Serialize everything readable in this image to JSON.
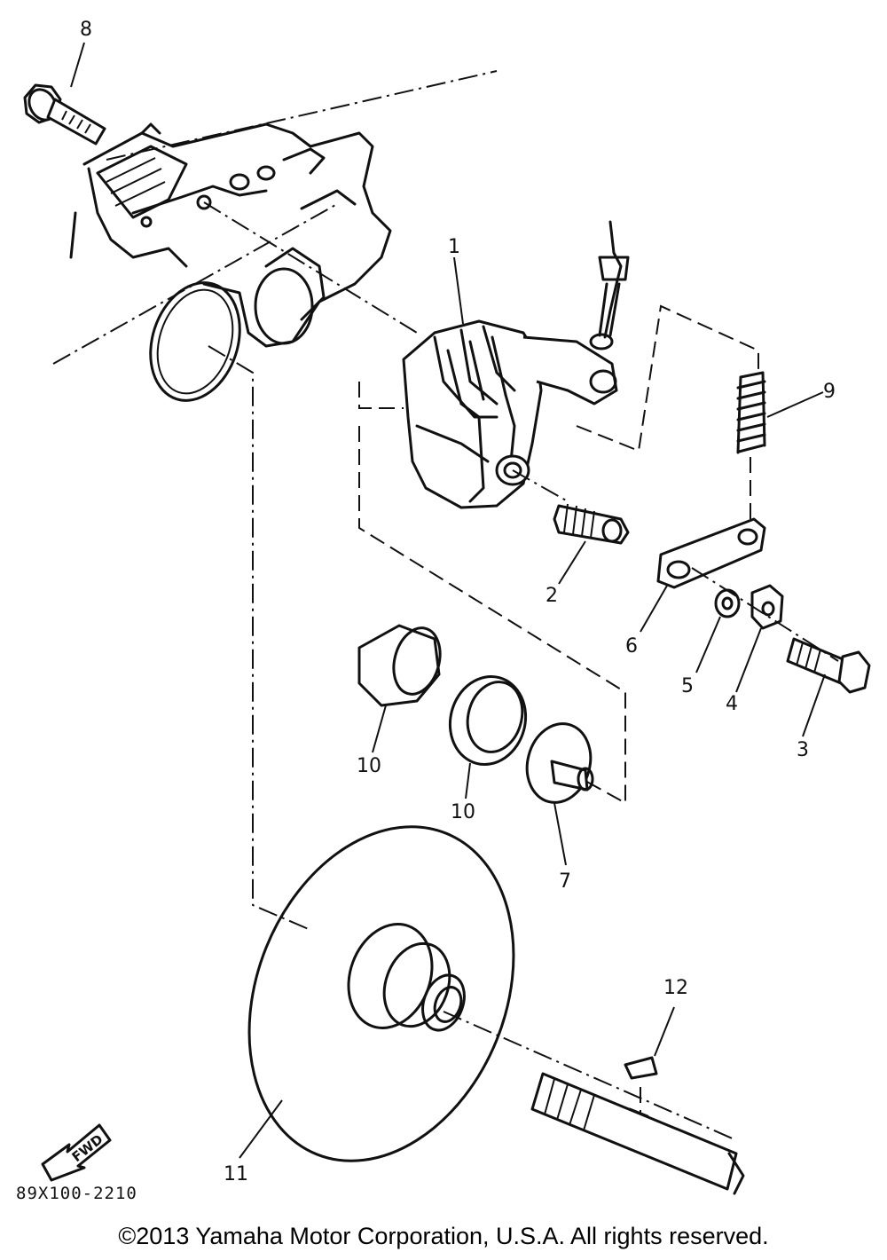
{
  "callouts": {
    "c1": "1",
    "c2": "2",
    "c3": "3",
    "c4": "4",
    "c5": "5",
    "c6": "6",
    "c7": "7",
    "c8": "8",
    "c9": "9",
    "c10a": "10",
    "c10b": "10",
    "c11": "11",
    "c12": "12"
  },
  "fwd_label": "FWD",
  "drawing_code": "89X100-2210",
  "copyright": "©2013 Yamaha Motor Corporation, U.S.A. All rights reserved."
}
